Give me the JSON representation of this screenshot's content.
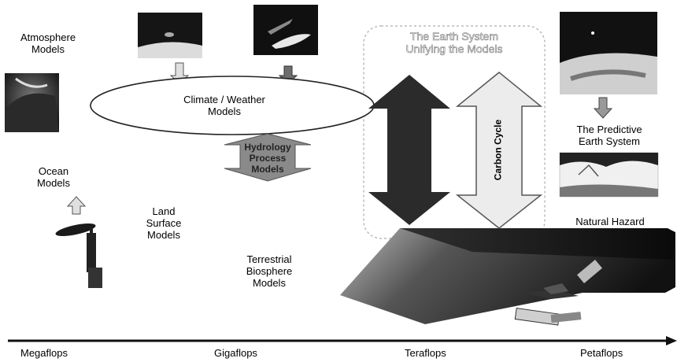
{
  "labels": {
    "atmosphere": "Atmosphere\nModels",
    "ocean": "Ocean\nModels",
    "land": "Land\nSurface\nModels",
    "terrestrial": "Terrestrial\nBiosphere\nModels",
    "climate": "Climate / Weather\nModels",
    "hydrology": "Hydrology\nProcess\nModels",
    "earth_system": "The Earth System\nUnifying the Models",
    "carbon_cycle": "Carbon Cycle",
    "predictive": "The Predictive\nEarth System",
    "natural_hazard": "Natural Hazard"
  },
  "axis": {
    "ticks": [
      "Megaflops",
      "Gigaflops",
      "Teraflops",
      "Petaflops"
    ]
  },
  "colors": {
    "dark_arrow": "#2b2b2b",
    "light_fill": "#d9d9d9",
    "hydrology_fill": "#8c8c8c",
    "photo_dark": "#1e1e1e"
  }
}
